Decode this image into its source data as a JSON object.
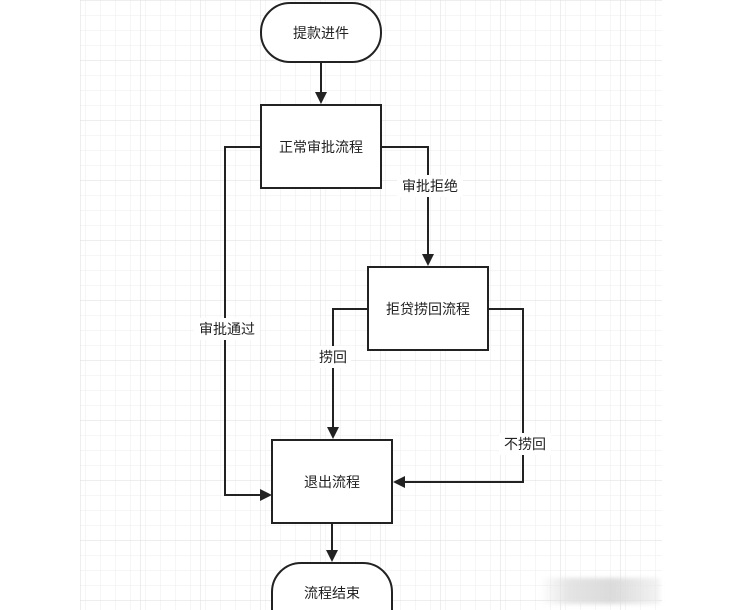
{
  "diagram": {
    "type": "flowchart",
    "colors": {
      "line": "#222222",
      "grid": "#e3e3e3",
      "background": "#ffffff"
    },
    "nodes": {
      "start": {
        "label": "提款进件",
        "shape": "terminal"
      },
      "normal_approval": {
        "label": "正常审批流程",
        "shape": "process"
      },
      "reject_recovery": {
        "label": "拒贷捞回流程",
        "shape": "process"
      },
      "exit": {
        "label": "退出流程",
        "shape": "process"
      },
      "end": {
        "label": "流程结束",
        "shape": "terminal"
      }
    },
    "edges": {
      "approval_rejected": {
        "label": "审批拒绝",
        "from": "normal_approval",
        "to": "reject_recovery"
      },
      "approval_passed": {
        "label": "审批通过",
        "from": "normal_approval",
        "to": "exit"
      },
      "recovered": {
        "label": "捞回",
        "from": "reject_recovery",
        "to": "exit"
      },
      "not_recovered": {
        "label": "不捞回",
        "from": "reject_recovery",
        "to": "exit"
      },
      "start_to_normal": {
        "label": "",
        "from": "start",
        "to": "normal_approval"
      },
      "exit_to_end": {
        "label": "",
        "from": "exit",
        "to": "end"
      }
    }
  }
}
